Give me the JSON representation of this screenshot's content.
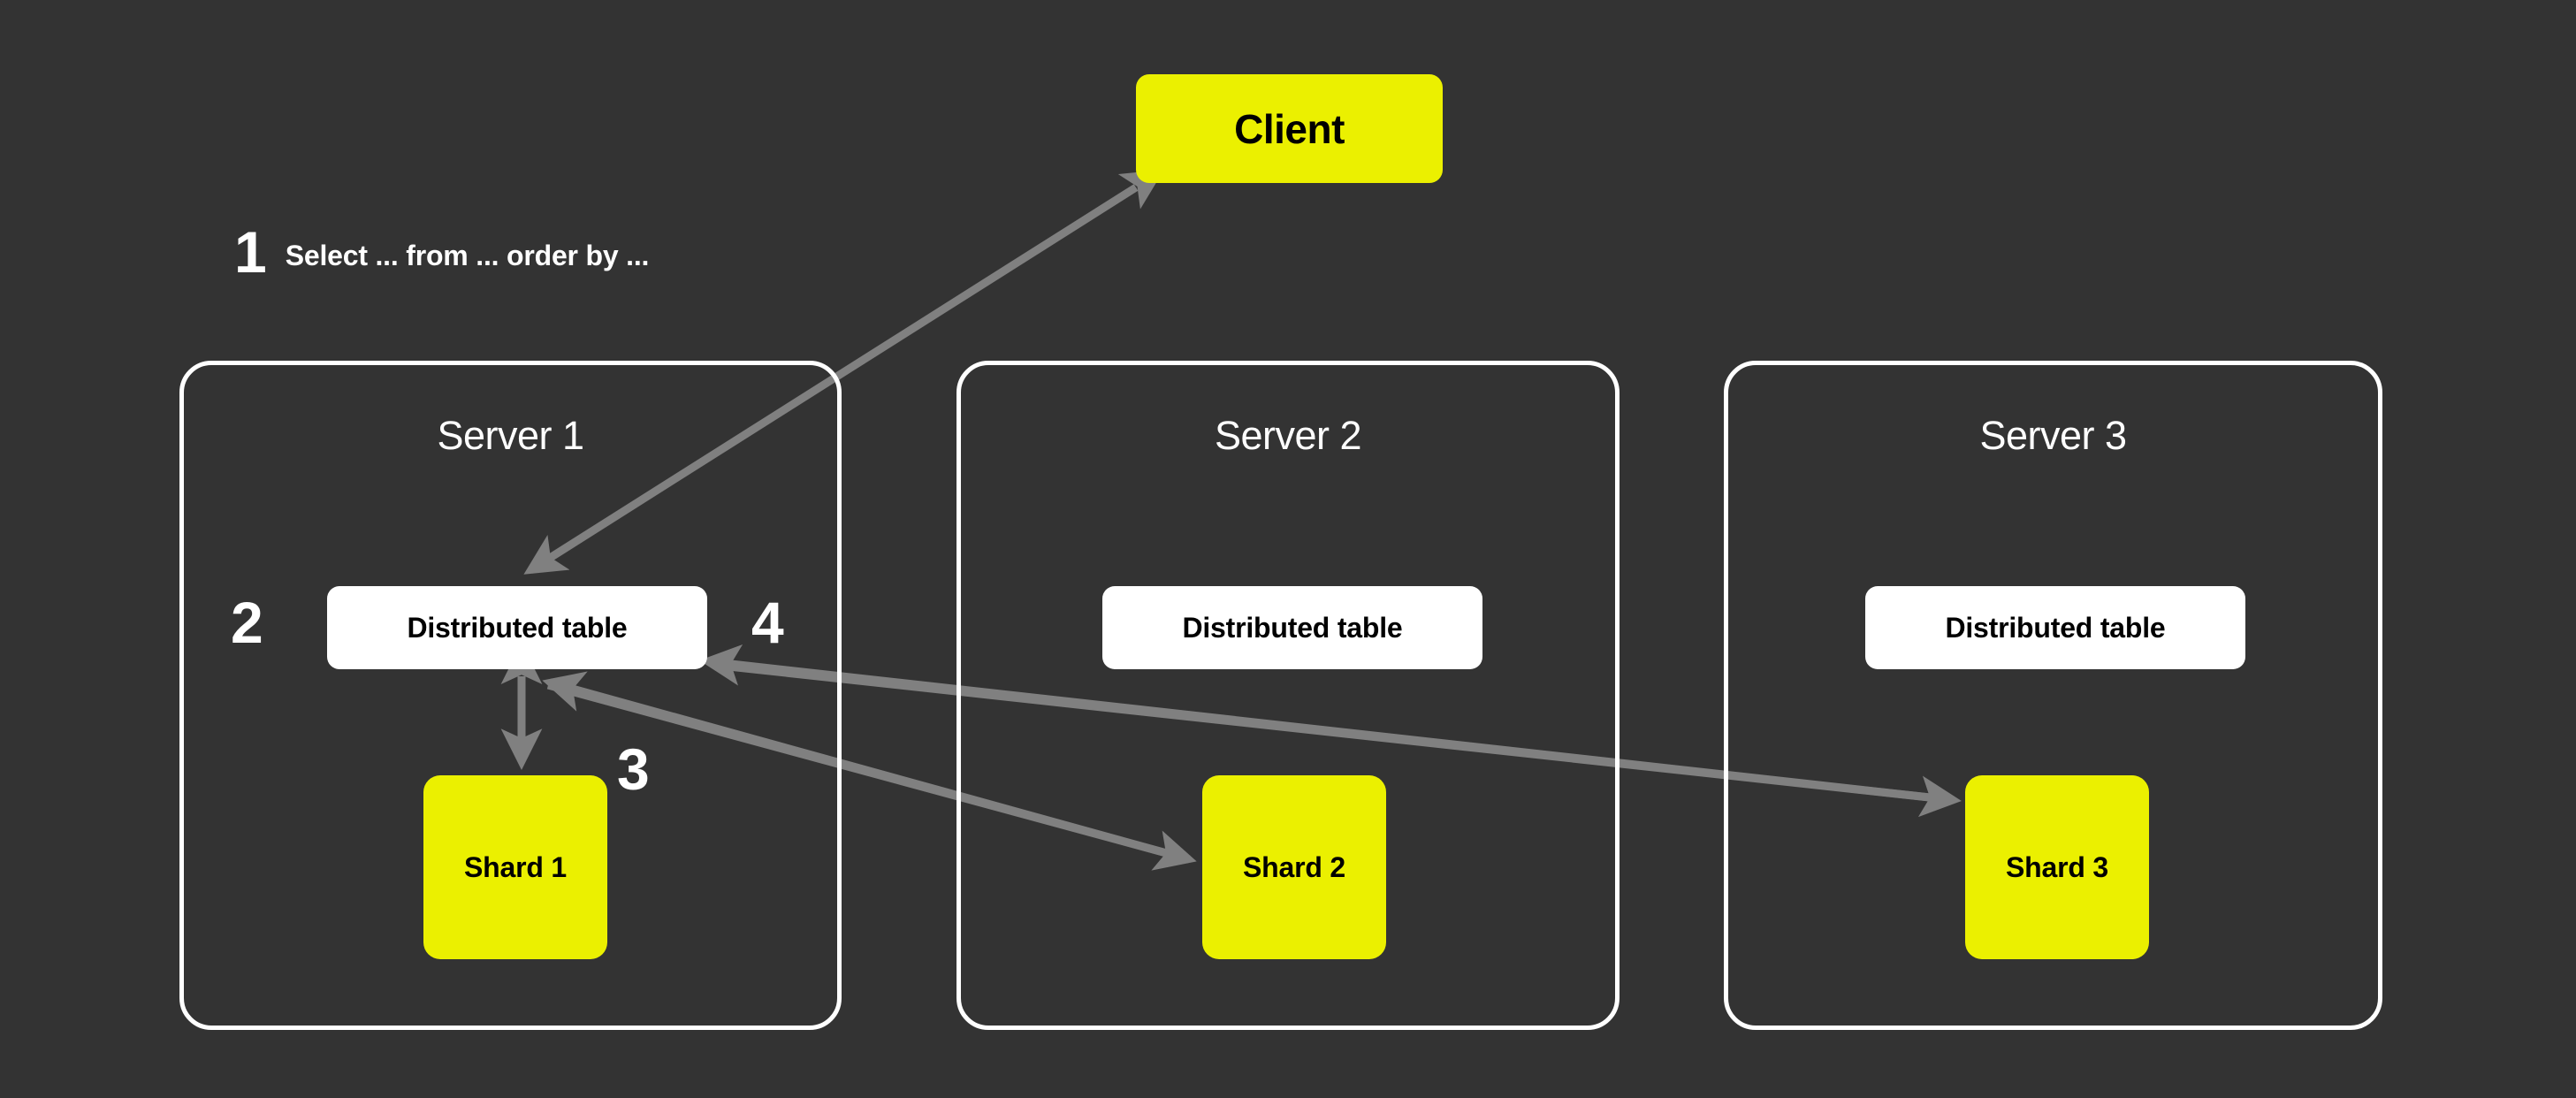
{
  "diagram": {
    "title": "Distributed query execution across shards",
    "background_color": "#333333",
    "accent_color": "#EBF000",
    "arrow_color": "#808080",
    "panel_border_color": "#FFFFFF"
  },
  "client": {
    "label": "Client"
  },
  "steps": {
    "step1": {
      "number": "1",
      "text": "Select ... from ... order by ..."
    },
    "step2": {
      "number": "2"
    },
    "step3": {
      "number": "3"
    },
    "step4": {
      "number": "4"
    }
  },
  "servers": [
    {
      "title": "Server 1",
      "distributed_table": "Distributed table",
      "shard": "Shard 1"
    },
    {
      "title": "Server 2",
      "distributed_table": "Distributed table",
      "shard": "Shard 2"
    },
    {
      "title": "Server 3",
      "distributed_table": "Distributed table",
      "shard": "Shard 3"
    }
  ]
}
